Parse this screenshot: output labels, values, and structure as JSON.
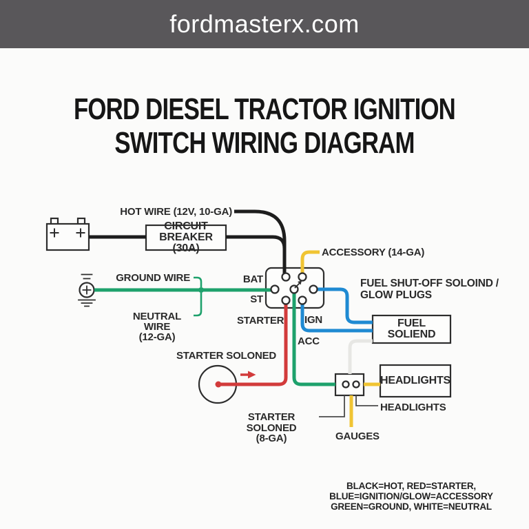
{
  "site": {
    "domain": "fordmasterx.com"
  },
  "title": {
    "line1": "FORD DIESEL TRACTOR IGNITION",
    "line2": "SWITCH WIRING DIAGRAM"
  },
  "labels": {
    "hot_wire": "HOT WIRE (12V, 10-GA)",
    "circuit_breaker_line1": "CIRCUIT BREAKER",
    "circuit_breaker_line2": "(30A)",
    "ground_wire": "GROUND WIRE",
    "neutral_wire_line1": "NEUTRAL WIRE",
    "neutral_wire_line2": "(12-GA)",
    "accessory": "ACCESSORY (14-GA)",
    "bat": "BAT",
    "st": "ST",
    "starter": "STARTER",
    "ign": "IGN",
    "acc": "ACC",
    "fuel_shutoff_line1": "FUEL SHUT-OFF SOLOIND /",
    "fuel_shutoff_line2": "GLOW PLUGS",
    "fuel_solenoid_box": "FUEL SOLIEND",
    "headlights_box": "HEADLIGHTS",
    "headlights_tag": "HEADLIGHTS",
    "gauges": "GAUGES",
    "starter_solenoid": "STARTER SOLONED",
    "starter_wire_line1": "STARTER SOLONED",
    "starter_wire_line2": "(8-GA)"
  },
  "legend": {
    "line1": "BLACK=HOT, RED=STARTER,",
    "line2": "BLUE=IGNITION/GLOW=ACCESSORY",
    "line3": "GREEN=GROUND, WHITE=NEUTRAL"
  },
  "colors": {
    "header_bg": "#59575a",
    "hot_black": "#1d1d1d",
    "starter_red": "#d23b3b",
    "ignition_blue": "#1f8ad2",
    "accessory_yellow": "#f0c433",
    "ground_green": "#1ea16c",
    "neutral_white": "#e7e7e4"
  }
}
